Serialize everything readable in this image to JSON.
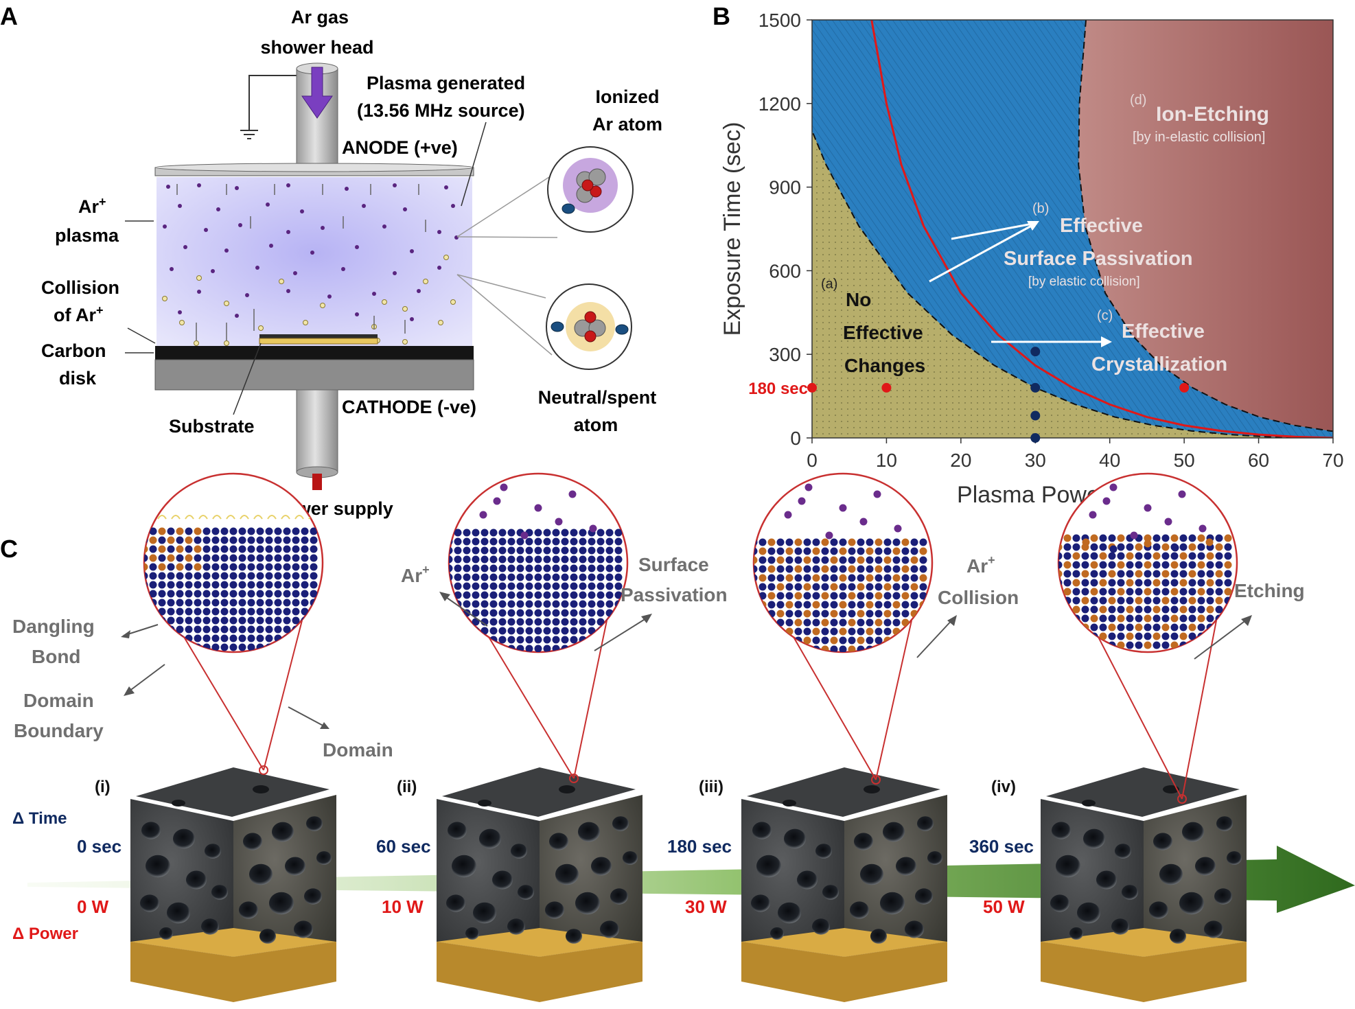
{
  "colors": {
    "accent_red": "#e01818",
    "navy": "#102a60",
    "gray_label": "#707070",
    "region_no_change": "#b7ae6b",
    "region_passivation": "#2a7fc0",
    "region_etching": "#a86462",
    "plasma_fill": "#cfcdf7",
    "ion_purple": "#6a2c8c"
  },
  "panel_a": {
    "letter": "A",
    "gas_label_1": "Ar gas",
    "gas_label_2": "shower head",
    "plasma_gen_1": "Plasma generated",
    "plasma_gen_2": "(13.56 MHz source)",
    "ionized_1": "Ionized",
    "ionized_2": "Ar atom",
    "anode": "ANODE (+ve)",
    "ar_plasma_1": "Ar",
    "ar_plasma_sup": "+",
    "ar_plasma_2": "plasma",
    "collision_1": "Collision",
    "collision_2": "of Ar",
    "collision_sup": "+",
    "carbon_1": "Carbon",
    "carbon_2": "disk",
    "substrate": "Substrate",
    "cathode": "CATHODE (-ve)",
    "neutral_1": "Neutral/spent",
    "neutral_2": "atom",
    "rf": "RF power supply"
  },
  "panel_b": {
    "letter": "B",
    "region_a_tag": "(a)",
    "region_a_1": "No",
    "region_a_2": "Effective",
    "region_a_3": "Changes",
    "region_b_tag": "(b)",
    "region_b_1": "Effective",
    "region_b_2": "Surface Passivation",
    "region_b_3": "[by elastic collision]",
    "region_c_tag": "(c)",
    "region_c_1": "Effective",
    "region_c_2": "Crystallization",
    "region_d_tag": "(d)",
    "region_d_1": "Ion-Etching",
    "region_d_2": "[by in-elastic collision]",
    "marker_label": "180 sec"
  },
  "chart_data": {
    "type": "scatter",
    "xlabel": "Plasma Power (Watts)",
    "ylabel": "Exposure Time (sec)",
    "xlim": [
      0,
      70
    ],
    "ylim": [
      0,
      1500
    ],
    "xticks": [
      0,
      10,
      20,
      30,
      40,
      50,
      60,
      70
    ],
    "yticks": [
      0,
      300,
      600,
      900,
      1200,
      1500
    ],
    "grid": false,
    "series": [
      {
        "color": "#e01818",
        "points": [
          [
            0,
            180
          ],
          [
            10,
            180
          ],
          [
            50,
            180
          ]
        ]
      },
      {
        "color": "#102a60",
        "points": [
          [
            30,
            0
          ],
          [
            30,
            80
          ],
          [
            30,
            180
          ],
          [
            30,
            310
          ]
        ]
      }
    ],
    "boundary_curve": [
      [
        8,
        1500
      ],
      [
        10,
        1200
      ],
      [
        12,
        980
      ],
      [
        15,
        760
      ],
      [
        20,
        520
      ],
      [
        25,
        370
      ],
      [
        30,
        260
      ],
      [
        35,
        180
      ],
      [
        40,
        120
      ],
      [
        45,
        75
      ],
      [
        50,
        45
      ],
      [
        55,
        25
      ],
      [
        60,
        12
      ],
      [
        65,
        4
      ],
      [
        70,
        0
      ]
    ]
  },
  "panel_c": {
    "letter": "C",
    "delta_time": "Δ Time",
    "delta_power": "Δ Power",
    "stages": [
      {
        "label": "(i)",
        "time": "0 sec",
        "power": "0 W"
      },
      {
        "label": "(ii)",
        "time": "60 sec",
        "power": "10 W"
      },
      {
        "label": "(iii)",
        "time": "180 sec",
        "power": "30 W"
      },
      {
        "label": "(iv)",
        "time": "360 sec",
        "power": "50 W"
      }
    ],
    "callouts": {
      "dangling_1": "Dangling",
      "dangling_2": "Bond",
      "boundary_1": "Domain",
      "boundary_2": "Boundary",
      "domain": "Domain",
      "ar_plus": "Ar",
      "ar_plus_sup": "+",
      "passivation_1": "Surface",
      "passivation_2": "Passivation",
      "collision_1": "Ar",
      "collision_sup": "+",
      "collision_2": "Collision",
      "etching": "Etching"
    }
  }
}
